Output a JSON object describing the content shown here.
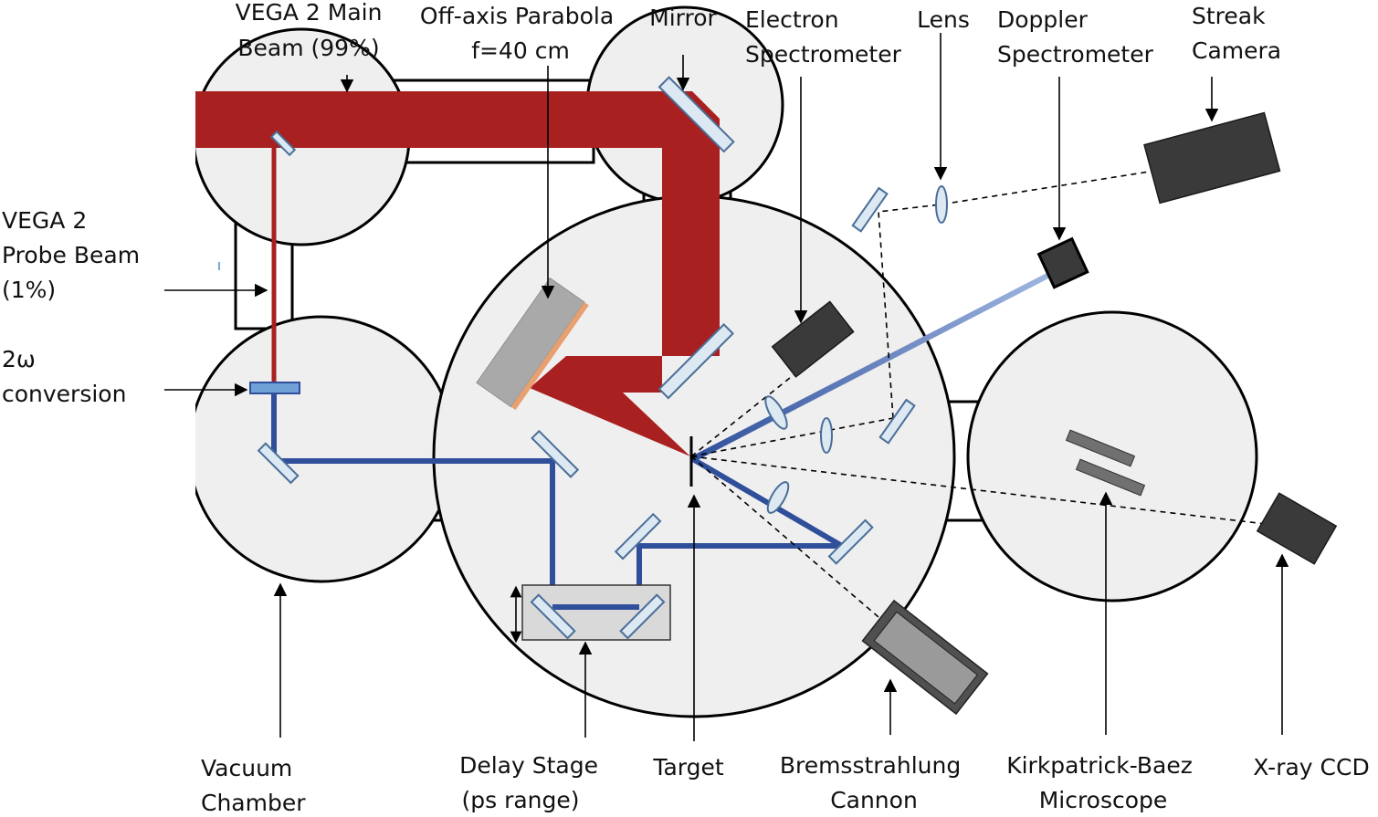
{
  "labels": {
    "main_beam": [
      "VEGA 2 Main",
      "Beam (99%)"
    ],
    "parabola": [
      "Off-axis Parabola",
      "f=40 cm"
    ],
    "mirror": "Mirror",
    "electron_spectrometer": [
      "Electron",
      "Spectrometer"
    ],
    "lens": "Lens",
    "doppler_spectrometer": [
      "Doppler",
      "Spectrometer"
    ],
    "streak_camera": [
      "Streak",
      "Camera"
    ],
    "probe_beam": [
      "VEGA 2",
      "Probe Beam",
      "(1%)"
    ],
    "conversion": [
      "2ω",
      "conversion"
    ],
    "vacuum_chamber": [
      "Vacuum",
      "Chamber"
    ],
    "delay_stage": [
      "Delay Stage",
      "(ps range)"
    ],
    "target": "Target",
    "bremsstrahlung": [
      "Bremsstrahlung",
      "Cannon"
    ],
    "kb_microscope": [
      "Kirkpatrick-Baez",
      "Microscope"
    ],
    "xray_ccd": "X-ray CCD"
  },
  "colors": {
    "main_beam": "#a8201f",
    "probe_beam": "#2f4f9b",
    "chamber_fill": "#efefef",
    "detector": "#3a3a3a",
    "optic_fill": "#dce8f2",
    "optic_stroke": "#4a6e98",
    "parabola": "#a9a9a9",
    "parabola_coating": "#e8a070",
    "stage": "#d9d9d9"
  }
}
